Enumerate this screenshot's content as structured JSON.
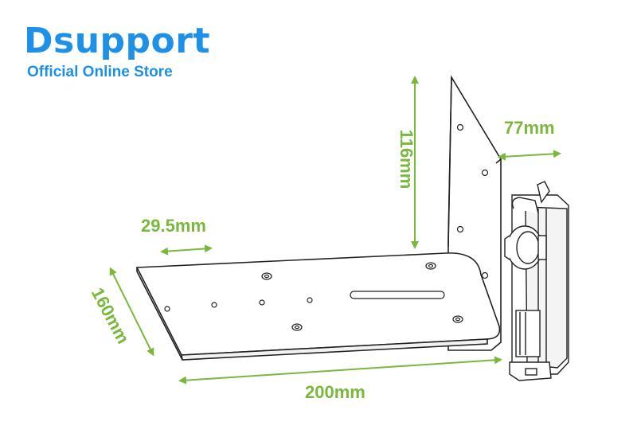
{
  "brand": {
    "name": "Dsupport",
    "subtitle": "Official Online Store",
    "color": "#1e90e8"
  },
  "dimension_color": "#7ab83c",
  "dimensions": {
    "height": "116mm",
    "depth_clamp": "77mm",
    "hole_offset": "29.5mm",
    "width": "160mm",
    "length": "200mm"
  }
}
